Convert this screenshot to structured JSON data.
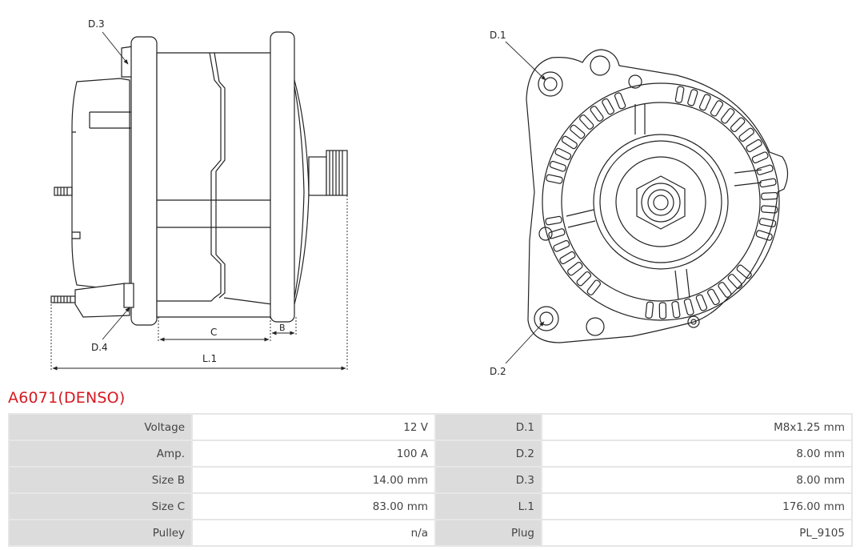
{
  "diagram": {
    "labels": {
      "d1": "D.1",
      "d2": "D.2",
      "d3": "D.3",
      "d4": "D.4",
      "c": "C",
      "b": "B",
      "l1": "L.1"
    }
  },
  "product": {
    "title": "A6071(DENSO)"
  },
  "specs": {
    "rows": [
      {
        "k1": "Voltage",
        "v1": "12 V",
        "k2": "D.1",
        "v2": "M8x1.25 mm"
      },
      {
        "k1": "Amp.",
        "v1": "100 A",
        "k2": "D.2",
        "v2": "8.00 mm"
      },
      {
        "k1": "Size B",
        "v1": "14.00 mm",
        "k2": "D.3",
        "v2": "8.00 mm"
      },
      {
        "k1": "Size C",
        "v1": "83.00 mm",
        "k2": "L.1",
        "v2": "176.00 mm"
      },
      {
        "k1": "Pulley",
        "v1": "n/a",
        "k2": "Plug",
        "v2": "PL_9105"
      }
    ]
  }
}
